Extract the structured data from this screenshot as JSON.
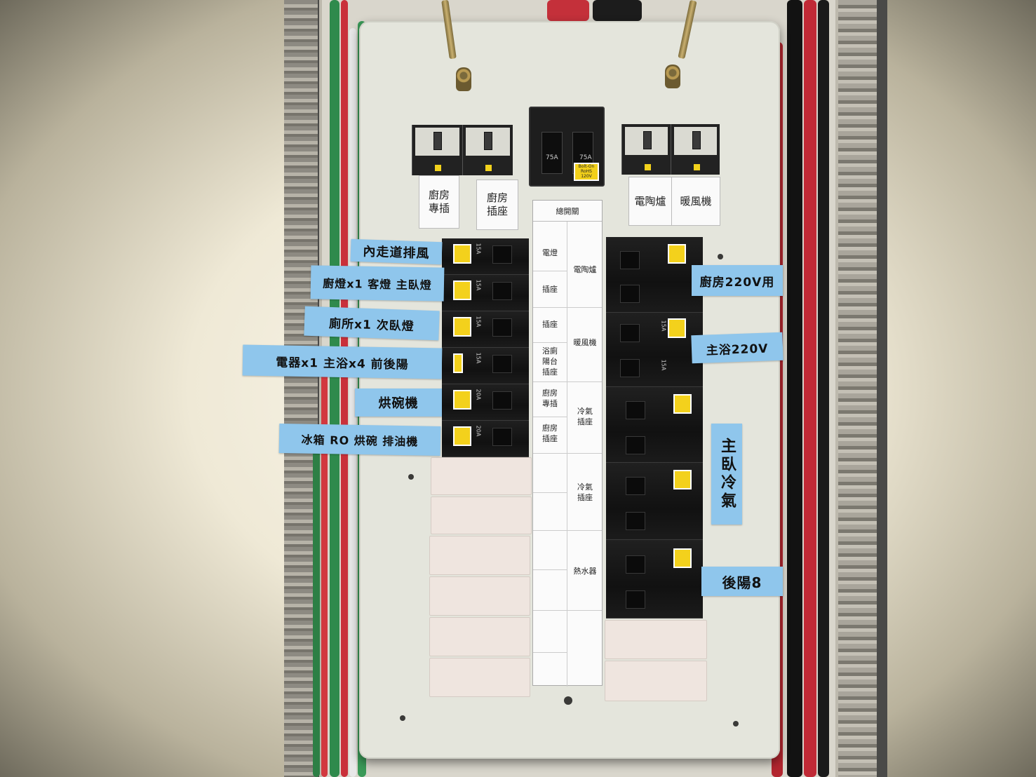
{
  "top_labels": {
    "kitchen_dedicated": "廚房\n專插",
    "kitchen_outlet": "廚房\n插座",
    "induction": "電陶爐",
    "heater": "暖風機"
  },
  "main_breaker": {
    "left_amp": "75A",
    "right_amp": "75A",
    "tag": "Bolt-On\nRoHS\n120V"
  },
  "directory": {
    "title": "總開關",
    "left_entries": [
      "電燈",
      "插座",
      "插座",
      "浴廁\n陽台\n插座",
      "廚房\n專插",
      "廚房\n插座"
    ],
    "right_entries": [
      "電陶爐",
      "暖風機",
      "冷氣\n插座",
      "冷氣\n插座",
      "熱水器"
    ]
  },
  "left_breakers": {
    "amps": [
      "15A",
      "15A",
      "15A",
      "15A",
      "20A",
      "20A"
    ]
  },
  "right_breakers": {
    "amps": [
      "",
      "15A",
      "15A",
      "",
      "",
      ""
    ]
  },
  "tapes": {
    "left_1": "內走道排風",
    "left_2": "廚燈x1 客燈 主臥燈",
    "left_3": "廁所x1 次臥燈",
    "left_4": "電器x1 主浴x4 前後陽",
    "left_5": "烘碗機",
    "left_6": "冰箱 RO 烘碗 排油機",
    "right_1": "廚房220V用",
    "right_2": "主浴220V",
    "right_3": "主臥冷氣",
    "right_4": "後陽8"
  }
}
